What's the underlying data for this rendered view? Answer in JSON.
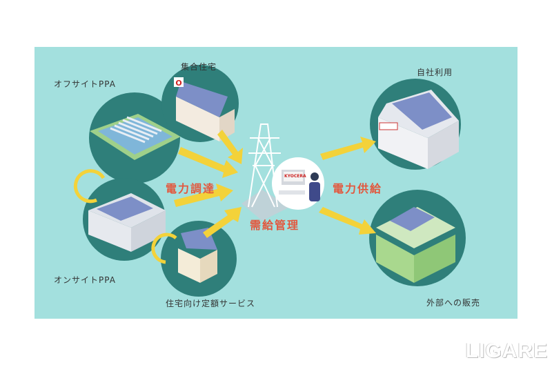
{
  "labels": {
    "offsite_ppa": "オフサイトPPA",
    "apartment": "集合住宅",
    "onsite_ppa": "オンサイトPPA",
    "home_service": "住宅向け定額サービス",
    "self_use": "自社利用",
    "external_sales": "外部への販売"
  },
  "flows": {
    "procurement": "電力調達",
    "supply": "電力供給",
    "management": "需給管理"
  },
  "brand_on_screen": "KYOCERA",
  "watermark": "LIGARE",
  "colors": {
    "background": "#a3e0de",
    "circle": "#2f7f7a",
    "arrow": "#f3d23a",
    "accent": "#e2583e"
  }
}
